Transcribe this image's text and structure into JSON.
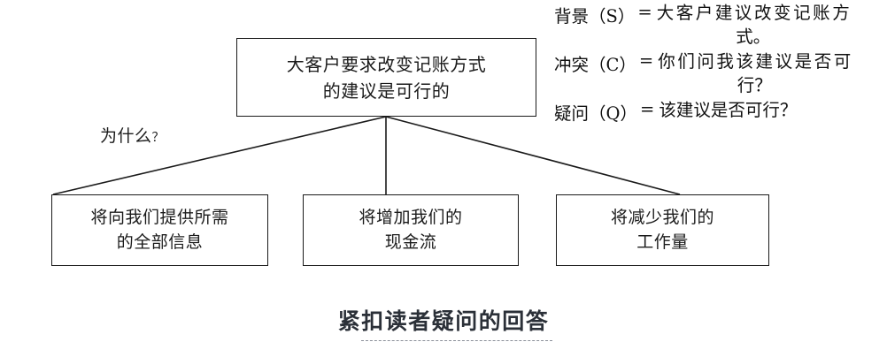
{
  "diagram": {
    "title_note": "pyramid-principle answer structure",
    "top_box": {
      "text": "大客户要求改变记账方式\n的建议是可行的"
    },
    "why_label": {
      "text": "为什么",
      "mark": "？"
    },
    "supporting_boxes": [
      {
        "text": "将向我们提供所需\n的全部信息"
      },
      {
        "text": "将增加我们的\n现金流"
      },
      {
        "text": "将减少我们的\n工作量"
      }
    ],
    "scq": [
      {
        "label": "背景（S）",
        "eq": "=",
        "value": "大客户建议改变记账方式。",
        "wrap": true
      },
      {
        "label": "冲突（C）",
        "eq": "=",
        "value": "你们问我该建议是否可行？",
        "wrap": true
      },
      {
        "label": "疑问（Q）",
        "eq": "=",
        "value": "该建议是否可行？",
        "wrap": false
      }
    ],
    "caption": {
      "text": "紧扣读者疑问的回答"
    },
    "colors": {
      "background": "#ffffff",
      "box_border": "#1a1a1a",
      "text": "#1b1b1b",
      "caption_text": "#2b3038",
      "connector": "#1a1a1a",
      "underline": "#8b9099"
    }
  }
}
